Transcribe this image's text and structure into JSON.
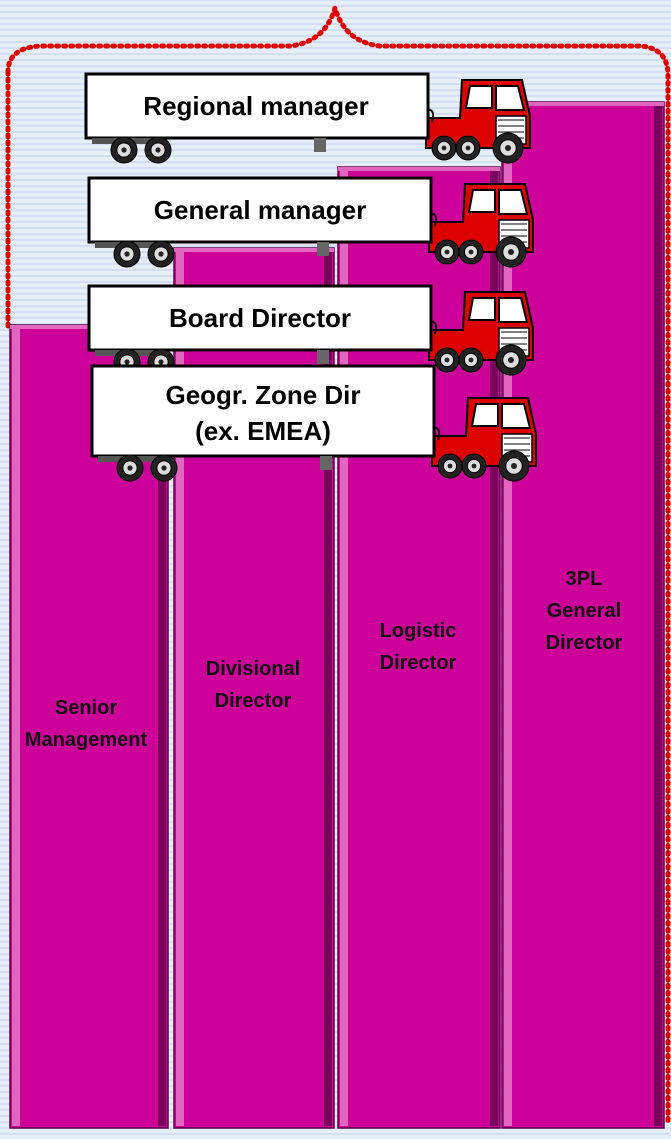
{
  "diagram": {
    "columns": [
      {
        "id": "senior-management",
        "label": "Senior\nManagement"
      },
      {
        "id": "divisional-director",
        "label": "Divisional\nDirector"
      },
      {
        "id": "logistic-director",
        "label": "Logistic\nDirector"
      },
      {
        "id": "3pl-general-director",
        "label": "3PL\nGeneral\nDirector"
      }
    ],
    "trucks": [
      {
        "id": "regional-manager",
        "label": "Regional manager"
      },
      {
        "id": "general-manager",
        "label": "General manager"
      },
      {
        "id": "board-director",
        "label": "Board Director"
      },
      {
        "id": "geogr-zone-dir",
        "label": "Geogr. Zone Dir\n(ex. EMEA)"
      }
    ],
    "colors": {
      "column": "#cc0099",
      "column_highlight": "#e066c0",
      "column_shadow": "#7a005c",
      "dotted_border": "#dd0000",
      "cab": "#dd0000"
    }
  }
}
